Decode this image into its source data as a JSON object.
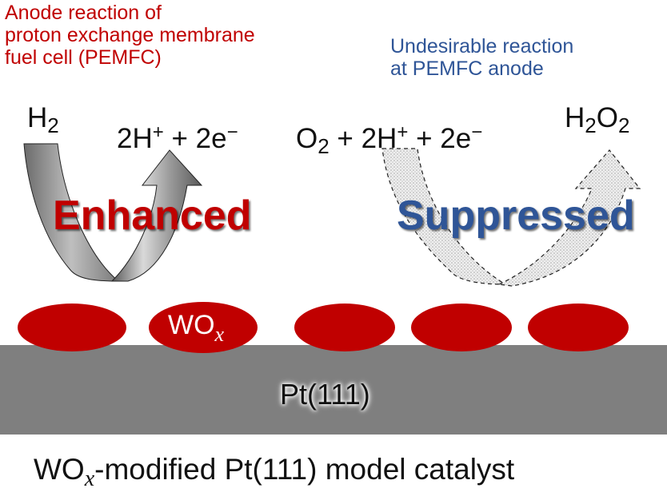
{
  "captions": {
    "left": [
      "Anode reaction of",
      "proton exchange membrane",
      "fuel cell (PEMFC)"
    ],
    "right": [
      "Undesirable reaction",
      "at PEMFC anode"
    ]
  },
  "equations": {
    "left_reactant": {
      "base": "H",
      "sub": "2"
    },
    "left_product": {
      "pre": "2H",
      "sup": "+",
      "post": " + 2e",
      "charge": "−"
    },
    "right_reactant": {
      "o": "O",
      "sub": "2",
      "mid": " + 2H",
      "sup": "+",
      "post": " + 2e",
      "charge": "−"
    },
    "right_product": {
      "h": "H",
      "sub1": "2",
      "o": "O",
      "sub2": "2"
    }
  },
  "labels": {
    "enhanced": "Enhanced",
    "suppressed": "Suppressed",
    "support": "Pt(111)",
    "oxide_base": "WO",
    "oxide_sub": "x"
  },
  "bottom_title": {
    "pre": "WO",
    "sub": "x",
    "post": "-modified Pt(111) model catalyst"
  },
  "colors": {
    "red": "#c00000",
    "blue": "#2f5597",
    "surface": "#7f7f7f",
    "arrow_gray": "#8c8c8c"
  }
}
